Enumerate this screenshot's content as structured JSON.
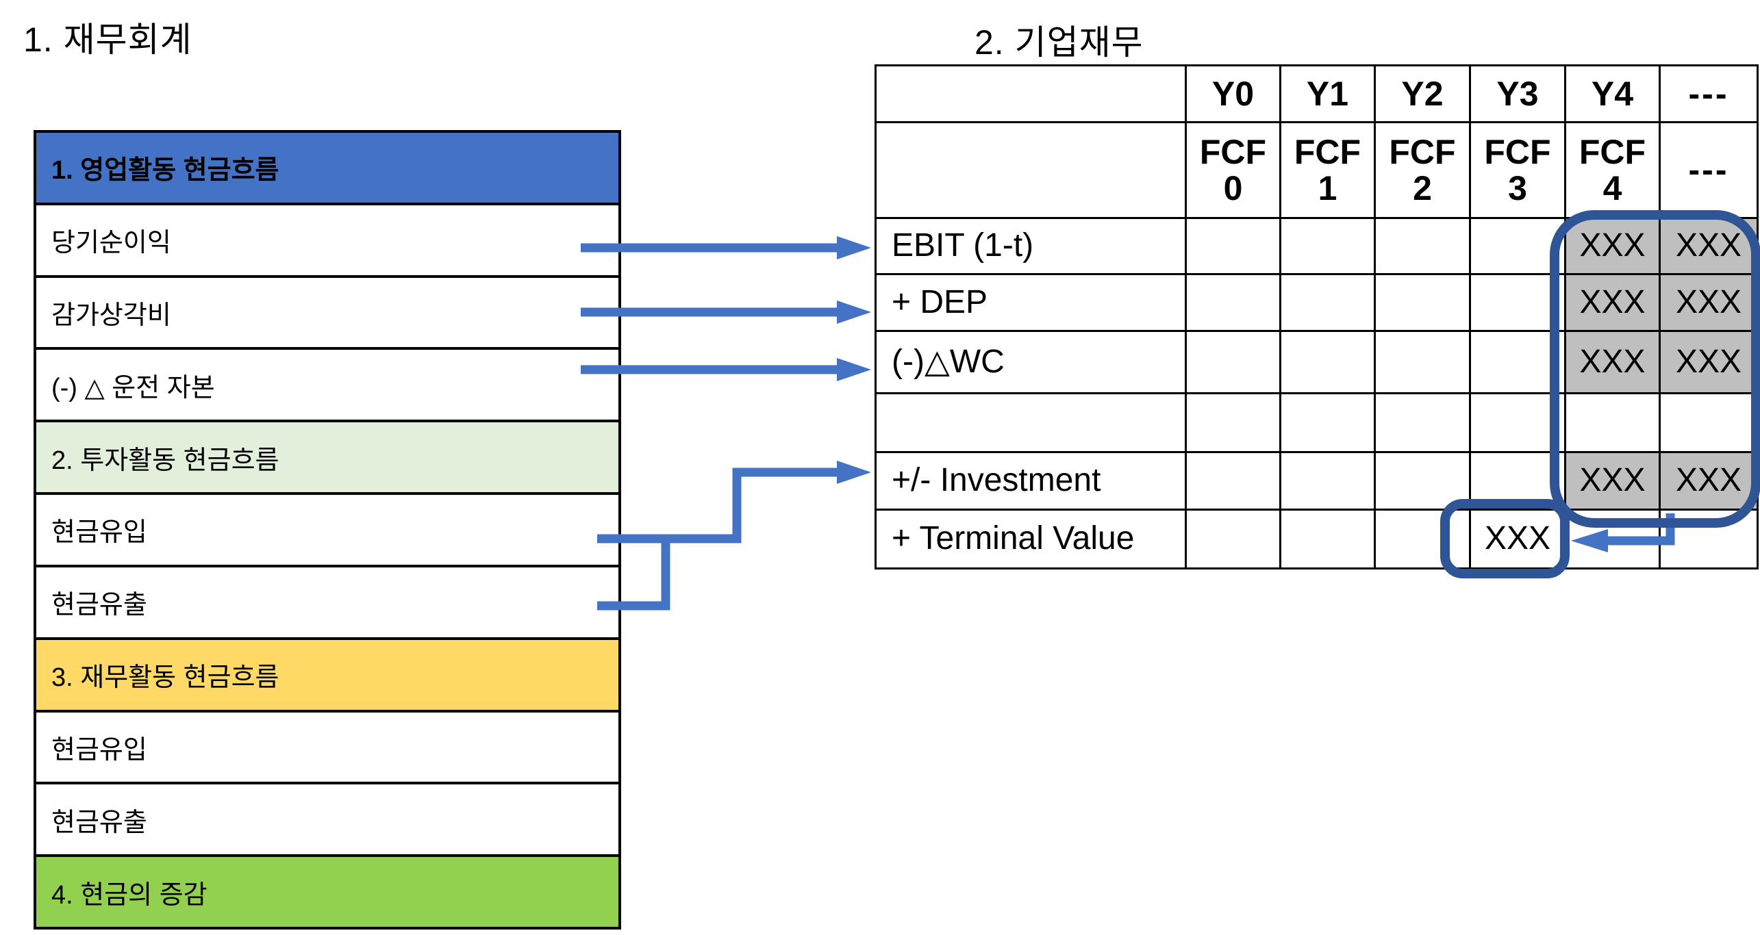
{
  "titles": {
    "left": "1. 재무회계",
    "right": "2. 기업재무"
  },
  "left_table": {
    "rows": [
      {
        "label": "1. 영업활동 현금흐름",
        "bg": "blue",
        "bold": true
      },
      {
        "label": "당기순이익",
        "bg": "none",
        "bold": false
      },
      {
        "label": "감가상각비",
        "bg": "none",
        "bold": false
      },
      {
        "label": "(-) △ 운전 자본",
        "bg": "none",
        "bold": false
      },
      {
        "label": "2. 투자활동 현금흐름",
        "bg": "lightgreen",
        "bold": false
      },
      {
        "label": "현금유입",
        "bg": "none",
        "bold": false
      },
      {
        "label": "현금유출",
        "bg": "none",
        "bold": false
      },
      {
        "label": "3. 재무활동 현금흐름",
        "bg": "gold",
        "bold": false
      },
      {
        "label": "현금유입",
        "bg": "none",
        "bold": false
      },
      {
        "label": "현금유출",
        "bg": "none",
        "bold": false
      },
      {
        "label": "4. 현금의 증감",
        "bg": "green",
        "bold": false
      }
    ]
  },
  "right_table": {
    "columns": [
      "",
      "Y0",
      "Y1",
      "Y2",
      "Y3",
      "Y4",
      "---"
    ],
    "fcf_row": [
      "",
      "FCF 0",
      "FCF 1",
      "FCF 2",
      "FCF 3",
      "FCF 4",
      "---"
    ],
    "body_rows": [
      {
        "label": "EBIT (1-t)",
        "values": [
          "",
          "",
          "",
          "",
          "XXX",
          "XXX"
        ],
        "gray_cells": [
          4,
          5
        ]
      },
      {
        "label": "+ DEP",
        "values": [
          "",
          "",
          "",
          "",
          "XXX",
          "XXX"
        ],
        "gray_cells": [
          4,
          5
        ]
      },
      {
        "label": "(-)△WC",
        "values": [
          "",
          "",
          "",
          "",
          "XXX",
          "XXX"
        ],
        "gray_cells": [
          4,
          5
        ]
      },
      {
        "label": "",
        "values": [
          "",
          "",
          "",
          "",
          "",
          ""
        ],
        "gray_cells": []
      },
      {
        "label": "+/- Investment",
        "values": [
          "",
          "",
          "",
          "",
          "XXX",
          "XXX"
        ],
        "gray_cells": [
          4,
          5
        ]
      },
      {
        "label": "+ Terminal Value",
        "values": [
          "",
          "",
          "",
          "XXX",
          "",
          ""
        ],
        "gray_cells": []
      }
    ]
  },
  "colors": {
    "accent_blue": "#4472C4",
    "light_green": "#E2EFDA",
    "gold": "#FFD966",
    "green": "#92D050",
    "gray_highlight": "#BFBFBF",
    "outline_navy": "#2F5597",
    "arrow_blue": "#4472C4",
    "border_black": "#000000"
  }
}
